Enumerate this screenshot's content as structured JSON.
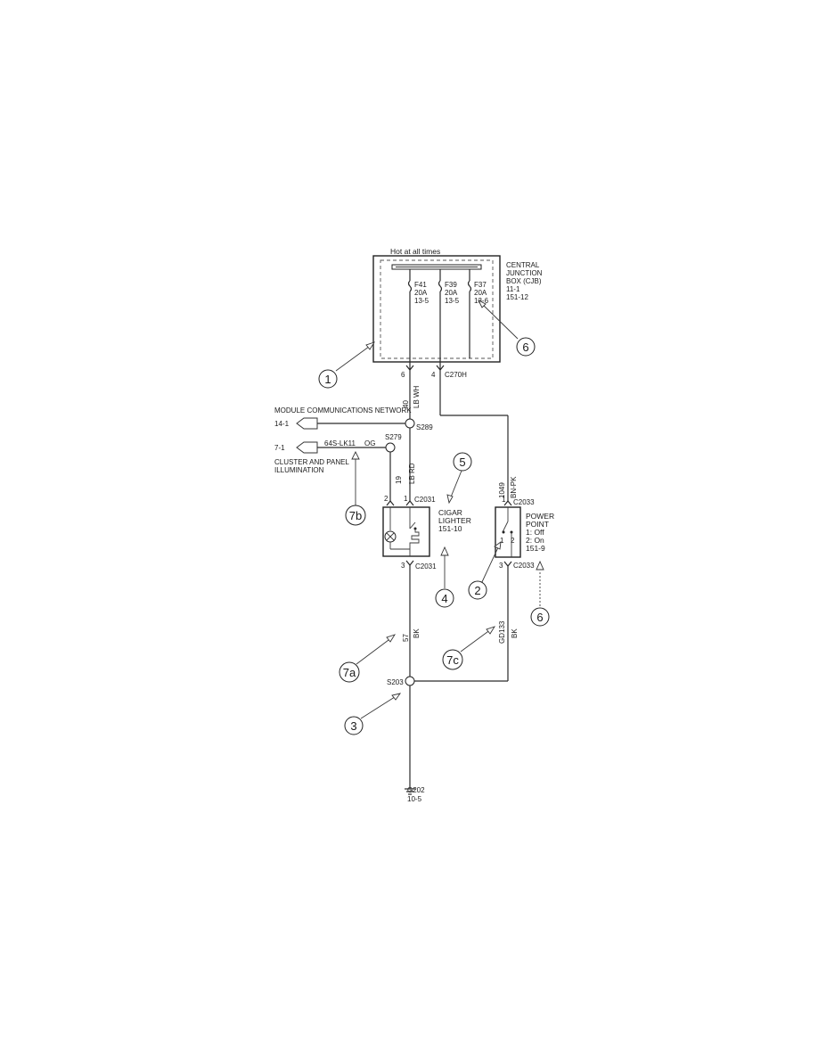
{
  "cjb": {
    "header": "Hot at all times",
    "name_lines": [
      "CENTRAL",
      "JUNCTION",
      "BOX (CJB)",
      "11-1",
      "151-12"
    ],
    "fuses": [
      {
        "id": "F41",
        "rating": "20A",
        "ref": "13-5"
      },
      {
        "id": "F39",
        "rating": "20A",
        "ref": "13-5"
      },
      {
        "id": "F37",
        "rating": "20A",
        "ref": "13-6"
      }
    ],
    "pin_6": "6",
    "pin_4": "4",
    "connector": "C270H"
  },
  "wires": {
    "w40_num": "40",
    "w40_color": "LB WH",
    "w19_num": "19",
    "w19_color": "LB RD",
    "w1049_num": "1049",
    "w1049_color": "BN-PK",
    "w57_num": "57",
    "w57_color": "BK",
    "gd133_num": "GD133",
    "gd133_color": "BK",
    "og_label": "64S-LK11",
    "og_color": "OG"
  },
  "splices": {
    "s289": "S289",
    "s279": "S279",
    "s203": "S203"
  },
  "network": {
    "mcn_label": "MODULE COMMUNICATIONS NETWORK",
    "mcn_ref": "14-1",
    "cluster_ref": "7-1",
    "cluster_line1": "CLUSTER AND PANEL",
    "cluster_line2": "ILLUMINATION"
  },
  "cigar": {
    "pin2": "2",
    "pin1": "1",
    "pin3": "3",
    "connector_top": "C2031",
    "connector_bottom": "C2031",
    "line1": "CIGAR",
    "line2": "LIGHTER",
    "line3": "151-10"
  },
  "power_point": {
    "pin1": "1",
    "pin3": "3",
    "connector_top": "C2033",
    "connector_bottom": "C2033",
    "sw1": "1",
    "sw2": "2",
    "line1": "POWER",
    "line2": "POINT",
    "line3": "1: Off",
    "line4": "2: On",
    "line5": "151-9"
  },
  "ground": {
    "id": "G202",
    "ref": "10-5"
  },
  "callouts": [
    "1",
    "2",
    "3",
    "4",
    "5",
    "6",
    "6",
    "7a",
    "7b",
    "7c"
  ]
}
